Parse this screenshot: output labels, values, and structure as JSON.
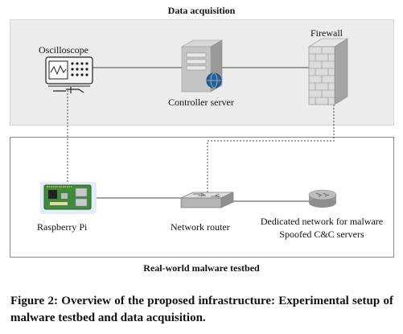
{
  "diagram": {
    "top_section_title": "Data acquisition",
    "bottom_section_title": "Real-world malware testbed",
    "nodes": {
      "oscilloscope": "Oscilloscope",
      "controller_server": "Controller server",
      "firewall": "Firewall",
      "raspberry_pi": "Raspberry Pi",
      "network_router": "Network router",
      "dedicated_network_line1": "Dedicated network for malware",
      "dedicated_network_line2": "Spoofed C&C servers"
    }
  },
  "caption": {
    "text": "Figure 2: Overview of the proposed infrastructure: Experimental setup of malware testbed and data acquisition."
  }
}
